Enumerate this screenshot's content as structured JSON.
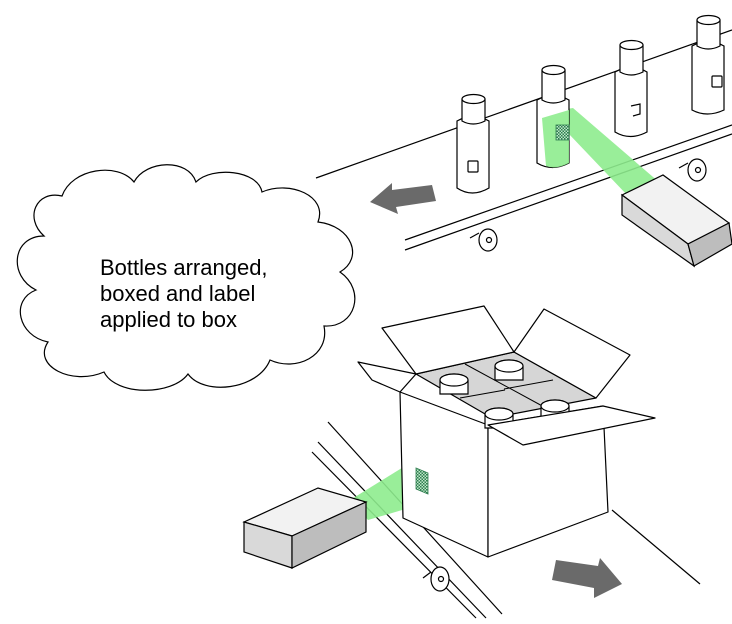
{
  "callout": {
    "lines": [
      "Bottles arranged,",
      "boxed and label",
      "applied to box"
    ]
  },
  "colors": {
    "scan_beam": "#8eec8e",
    "scanner_body": "#e8e8e8",
    "arrow": "#6a6a6a",
    "box_shadow": "#d4d4d4",
    "label_pattern": "#2e7d4f"
  },
  "icons": {
    "top_scanner": "barcode-scanner-icon",
    "bottom_scanner": "barcode-scanner-icon",
    "top_arrow": "direction-arrow-left-icon",
    "bottom_arrow": "direction-arrow-right-icon"
  }
}
